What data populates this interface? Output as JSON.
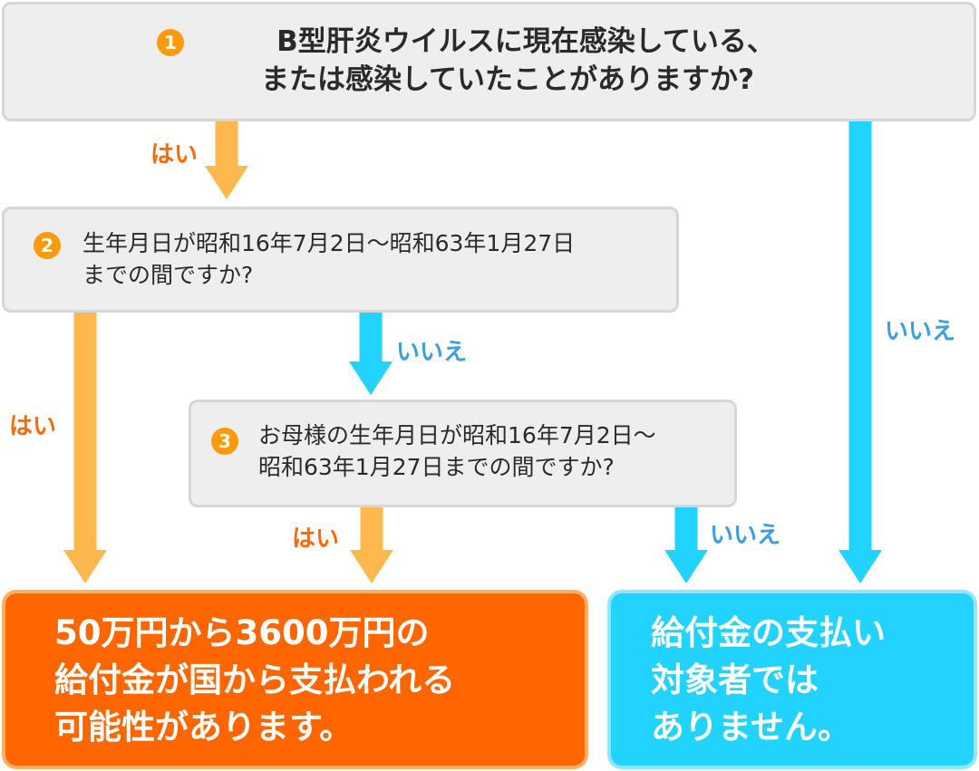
{
  "question1": {
    "number": "1",
    "line1": "B型肝炎ウイルスに現在感染している、",
    "line2": "または感染していたことがありますか?"
  },
  "question2": {
    "number": "2",
    "line1": "生年月日が昭和16年7月2日～昭和63年1月27日",
    "line2": "までの間ですか?"
  },
  "question3": {
    "number": "3",
    "line1": "お母様の生年月日が昭和16年7月2日～",
    "line2": "昭和63年1月27日までの間ですか?"
  },
  "labels": {
    "yes": "はい",
    "no": "いいえ"
  },
  "result_yes": {
    "line1": "50万円から3600万円の",
    "line2": "給付金が国から支払われる",
    "line3": "可能性があります。"
  },
  "result_no": {
    "line1": "給付金の支払い",
    "line2": "対象者では",
    "line3": "ありません。"
  },
  "colors": {
    "yes_arrow": "#ffb84d",
    "no_arrow": "#22d3ff",
    "yes_label": "#ff6a00",
    "no_label": "#3b9fe0",
    "result_yes_bg": "#ff6600",
    "result_no_bg": "#22d3ff",
    "badge": "#ff9a0d",
    "question_bg": "#eeeeee"
  }
}
